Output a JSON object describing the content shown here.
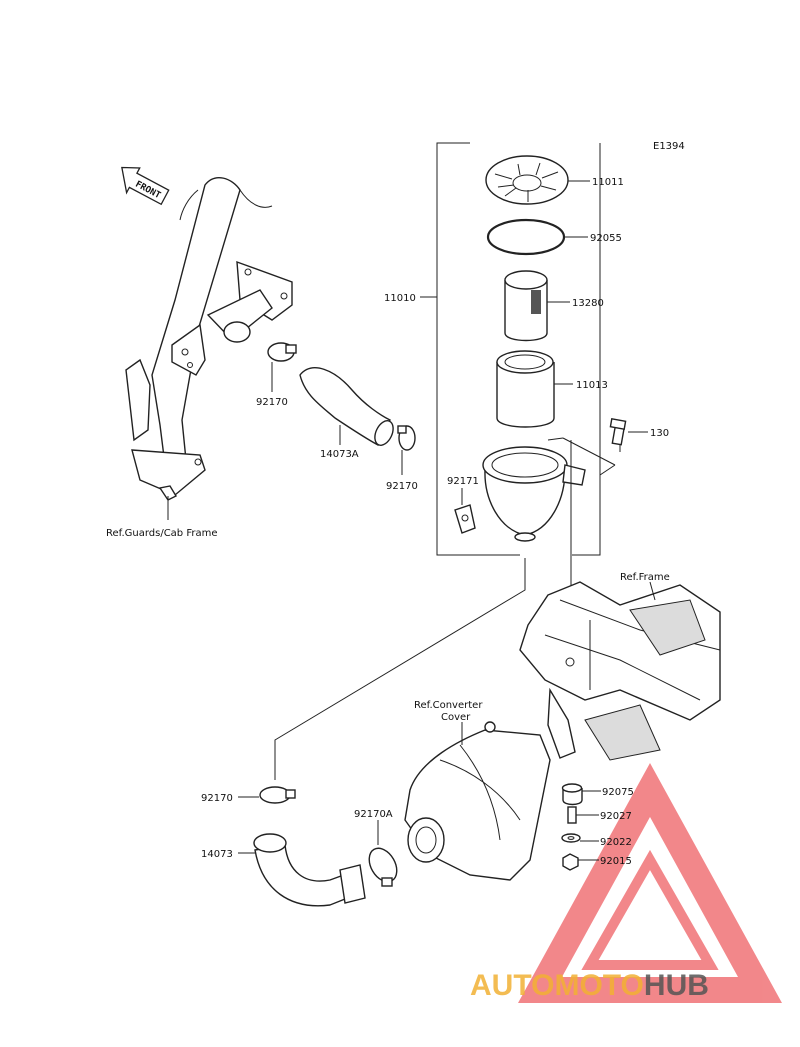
{
  "diagram_code": "E1394",
  "front_label": "FRONT",
  "parts": {
    "p11011": "11011",
    "p92055": "92055",
    "p13280": "13280",
    "p11013": "11013",
    "p11010": "11010",
    "p130": "130",
    "p92171": "92171",
    "p92170_a": "92170",
    "p14073A": "14073A",
    "p92170_b": "92170",
    "p92170_c": "92170",
    "p14073": "14073",
    "p92170A": "92170A",
    "p92075": "92075",
    "p92027": "92027",
    "p92022": "92022",
    "p92015": "92015"
  },
  "refs": {
    "guards": "Ref.Guards/Cab Frame",
    "frame": "Ref.Frame",
    "converter_line1": "Ref.Converter",
    "converter_line2": "Cover"
  },
  "watermark": {
    "part1": "AUTOMOTO",
    "part2": "HUB",
    "color_primary": "#e8262c",
    "color_secondary": "#f2b134",
    "color_dark": "#555555"
  }
}
